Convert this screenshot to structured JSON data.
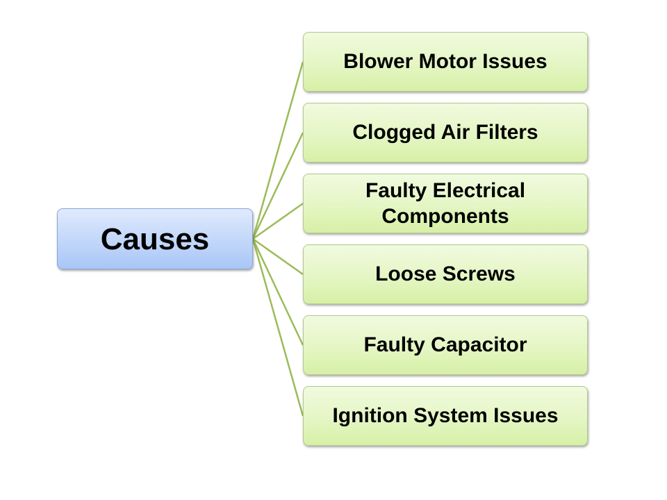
{
  "diagram": {
    "type": "tree",
    "root": {
      "label": "Causes"
    },
    "children": [
      {
        "label": "Blower Motor Issues"
      },
      {
        "label": "Clogged Air Filters"
      },
      {
        "label": "Faulty Electrical Components"
      },
      {
        "label": "Loose Screws"
      },
      {
        "label": "Faulty Capacitor"
      },
      {
        "label": "Ignition System Issues"
      }
    ],
    "colors": {
      "root_fill": "#c4d8fa",
      "child_fill": "#e4f6c4",
      "connector": "#9bbb59"
    }
  }
}
